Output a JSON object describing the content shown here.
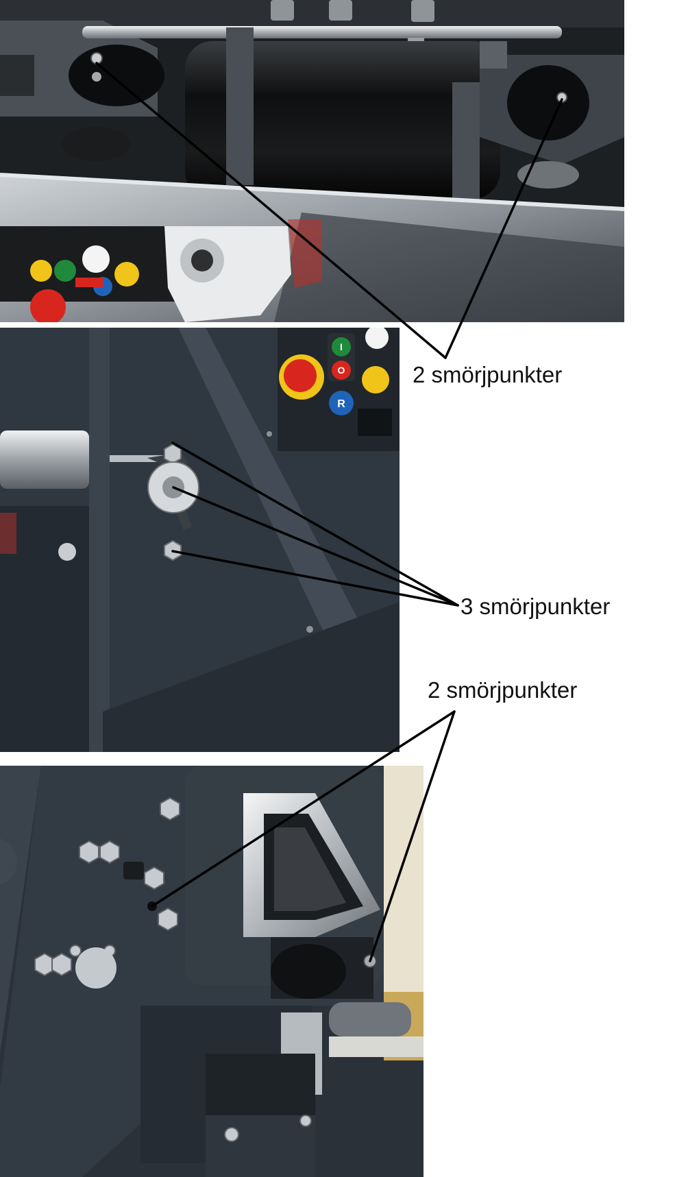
{
  "annotations": [
    {
      "text": "2 smörjpunkter",
      "count": 2
    },
    {
      "text": "3 smörjpunkter",
      "count": 3
    },
    {
      "text": "2 smörjpunkter",
      "count": 2
    }
  ],
  "colors": {
    "machine_body": "#2b323a",
    "steel": "#b9bec4",
    "emergency_red": "#d8261f",
    "button_yellow": "#f0c419",
    "button_green": "#1f8a3b",
    "button_blue": "#1f64b8",
    "leader_line": "#000000"
  },
  "control_panel": {
    "button_labels": [
      "I",
      "O",
      "R"
    ]
  }
}
